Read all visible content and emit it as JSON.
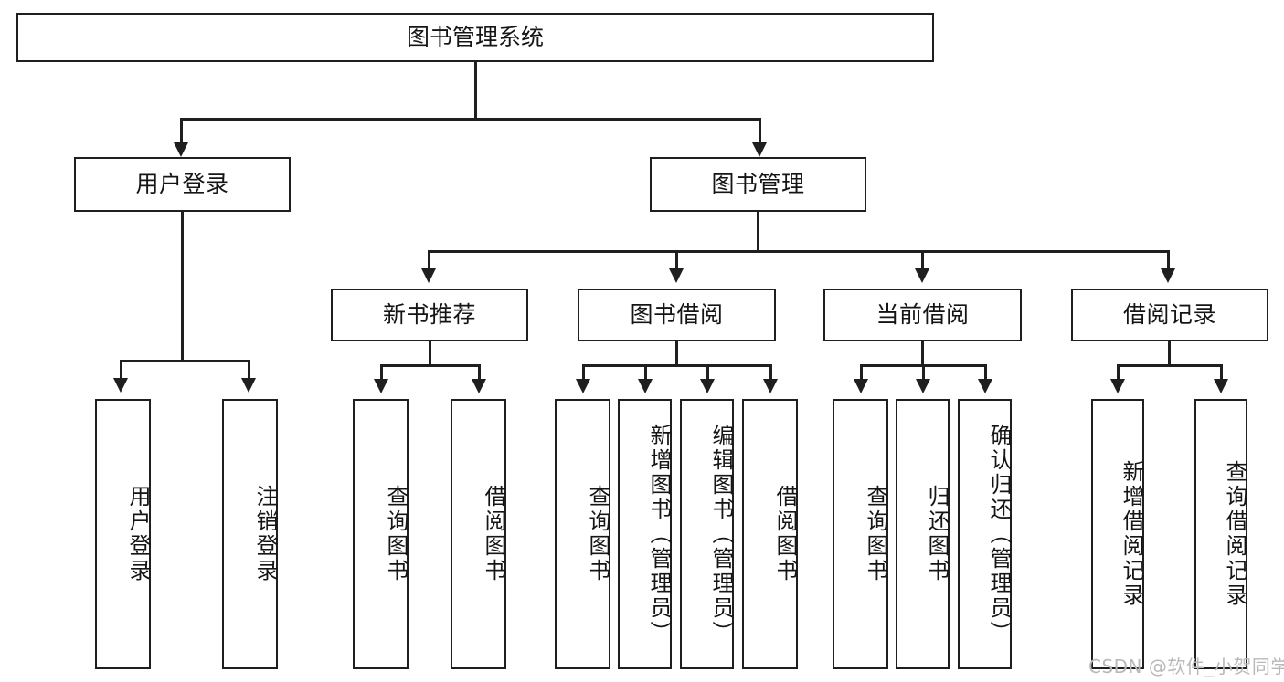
{
  "diagram": {
    "title": "图书管理系统",
    "type": "hierarchy-tree",
    "levels": 4,
    "root": {
      "label": "图书管理系统"
    },
    "level2": [
      {
        "label": "用户登录"
      },
      {
        "label": "图书管理"
      }
    ],
    "level3": [
      {
        "label": "新书推荐"
      },
      {
        "label": "图书借阅"
      },
      {
        "label": "当前借阅"
      },
      {
        "label": "借阅记录"
      }
    ],
    "leaves": {
      "user_login": [
        {
          "label": "用户登录"
        },
        {
          "label": "注销登录"
        }
      ],
      "new_book_recommend": [
        {
          "label": "查询图书"
        },
        {
          "label": "借阅图书"
        }
      ],
      "book_borrow": [
        {
          "label": "查询图书"
        },
        {
          "label": "新增图书（管理员）"
        },
        {
          "label": "编辑图书（管理员）"
        },
        {
          "label": "借阅图书"
        }
      ],
      "current_borrow": [
        {
          "label": "查询图书"
        },
        {
          "label": "归还图书"
        },
        {
          "label": "确认归还（管理员）"
        }
      ],
      "borrow_record": [
        {
          "label": "新增借阅记录"
        },
        {
          "label": "查询借阅记录"
        }
      ]
    }
  },
  "watermark": {
    "text": "CSDN @软件_小贺同学"
  },
  "colors": {
    "stroke": "#1f1f1f",
    "background": "#ffffff",
    "text": "#151515",
    "watermark": "#b9b9b9"
  }
}
